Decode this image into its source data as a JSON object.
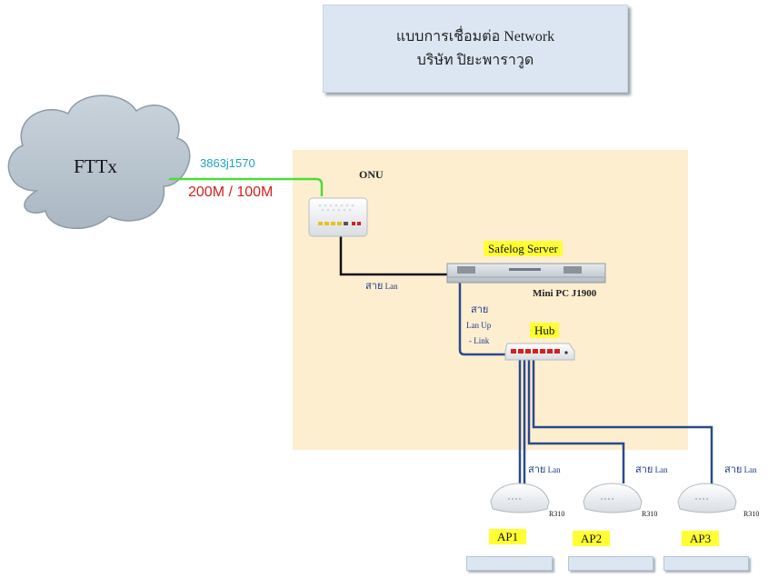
{
  "title": {
    "line1": "แบบการเชื่อมต่อ Network",
    "line2": "บริษัท ปิยะพาราวูด"
  },
  "internet": {
    "label": "FTTx",
    "circuit_id": "3863j1570",
    "speed": "200M / 100M"
  },
  "onu": {
    "label": "ONU"
  },
  "server": {
    "label": "Safelog Server",
    "model": "Mini PC J1900"
  },
  "hub": {
    "label": "Hub"
  },
  "cables": {
    "onu_server": {
      "thai": "สาย",
      "sub": "Lan"
    },
    "server_hub": {
      "thai": "สาย",
      "line2": "Lan Up",
      "line3": "- Link"
    },
    "ap1": {
      "thai": "สาย",
      "sub": "Lan"
    },
    "ap2": {
      "thai": "สาย",
      "sub": "Lan"
    },
    "ap3": {
      "thai": "สาย",
      "sub": "Lan"
    }
  },
  "access_points": [
    {
      "label": "AP1",
      "model": "R310"
    },
    {
      "label": "AP2",
      "model": "R310"
    },
    {
      "label": "AP3",
      "model": "R310"
    }
  ],
  "colors": {
    "zone": "#fdeed0",
    "title_box": "#dce6f2",
    "fiber_line": "#4ddc3a",
    "onu_cable": "#111111",
    "lan_cable": "#2a4a8a",
    "highlight": "#ffff33",
    "speed_text": "#d62020",
    "circuit_text": "#1fa3c6"
  }
}
